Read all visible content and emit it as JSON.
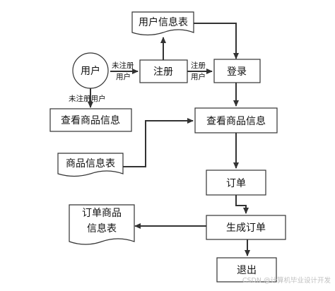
{
  "nodes": {
    "user": "用户",
    "user_table": "用户信息表",
    "register": "注册",
    "login": "登录",
    "view_left": "查看商品信息",
    "view_right": "查看商品信息",
    "product_table": "商品信息表",
    "order": "订单",
    "gen_order": "生成订单",
    "order_table_line1": "订单商品",
    "order_table_line2": "信息表",
    "exit": "退出"
  },
  "edges": {
    "user_register_l1": "未注册",
    "user_register_l2": "用户",
    "register_login_l1": "注册",
    "register_login_l2": "用户",
    "user_view": "未注册用户"
  },
  "watermark": "CSDN @计算机毕业设计开发"
}
